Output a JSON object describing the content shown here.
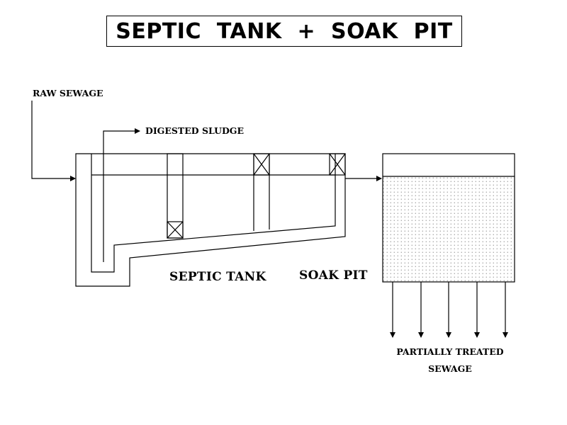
{
  "title": "SEPTIC  TANK  +  SOAK  PIT",
  "labels": {
    "raw_sewage": "RAW SEWAGE",
    "digested_sludge": "DIGESTED SLUDGE",
    "septic_tank": "SEPTIC TANK",
    "soak_pit": "SOAK PIT",
    "partially_treated_line1": "PARTIALLY TREATED",
    "partially_treated_line2": "SEWAGE"
  }
}
